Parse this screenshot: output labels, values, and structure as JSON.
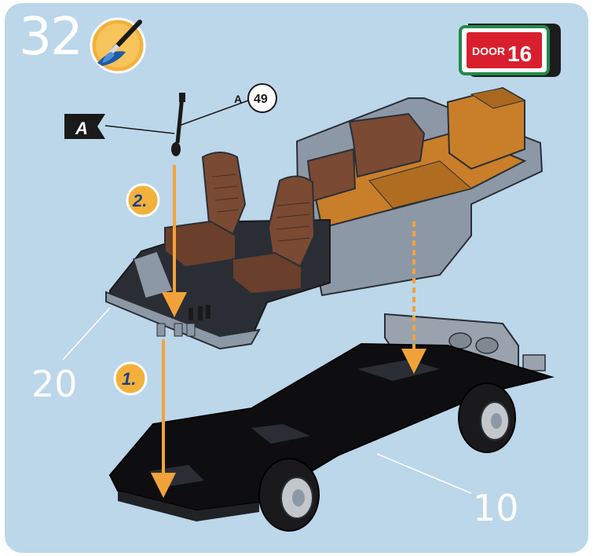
{
  "step": {
    "number": "32"
  },
  "door": {
    "label": "DOOR",
    "number": "16"
  },
  "labels": {
    "detail_flag": "A",
    "detail_ref_letter": "A",
    "detail_ref_number": "49",
    "order_1": "1.",
    "order_2": "2.",
    "part_interior": "20",
    "part_chassis": "10"
  },
  "icons": [
    "paint-brush-icon",
    "detail-flag-icon"
  ],
  "colors": {
    "background": "#bcd6ea",
    "order_badge": "#f2b13a",
    "arrow": "#f2a23a",
    "door_red": "#d91f2d",
    "door_green": "#1f8a4a",
    "seat_brown": "#7a4a33",
    "panel_grey": "#8d98a6",
    "chassis": "#0e0e10"
  }
}
